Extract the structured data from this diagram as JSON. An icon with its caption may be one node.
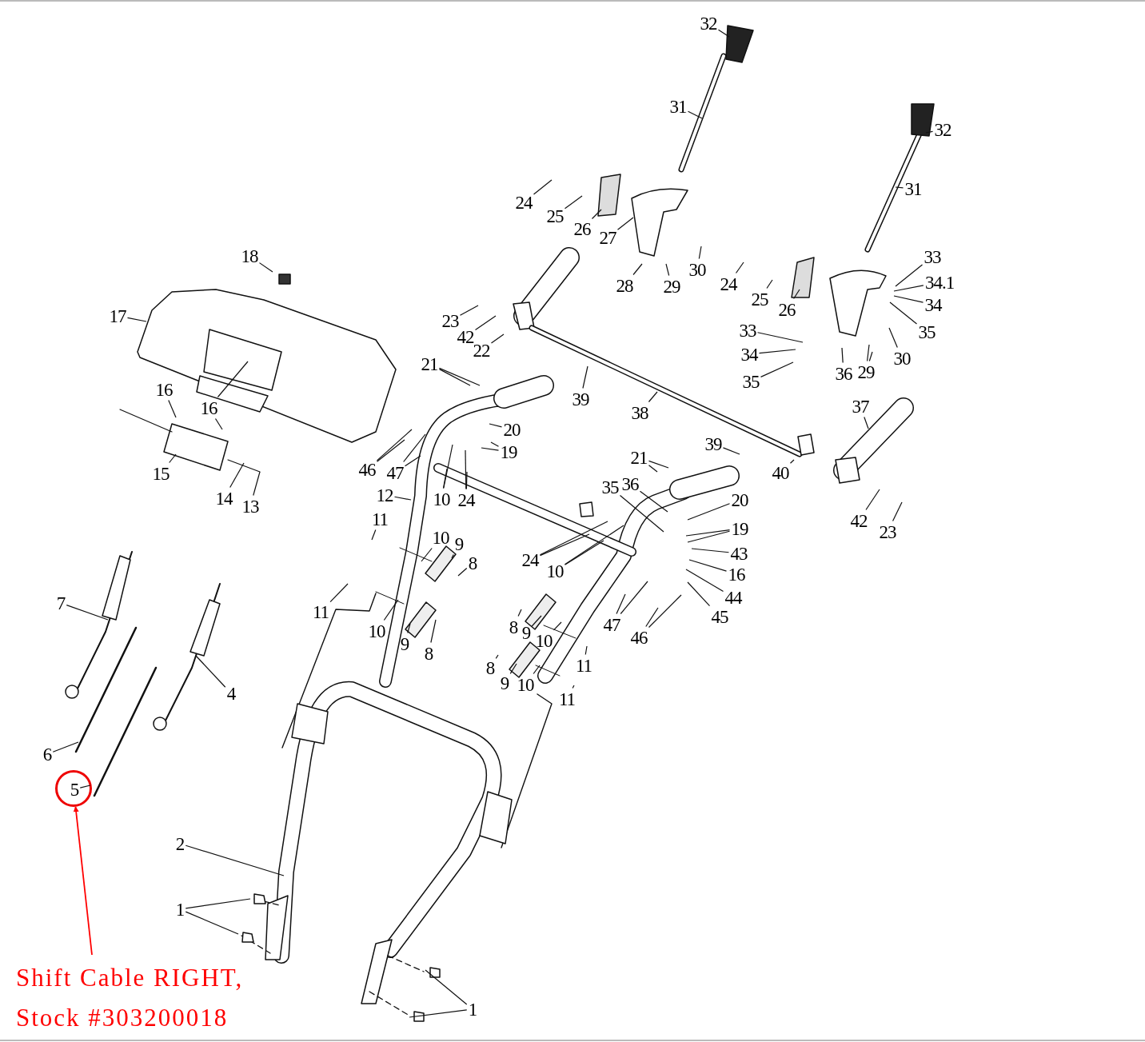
{
  "diagram": {
    "nodes": [
      {
        "text": [
          "32"
        ]
      },
      {
        "text": [
          "31"
        ]
      },
      {
        "text": [
          "32"
        ]
      },
      {
        "text": [
          "31"
        ]
      },
      {
        "text": [
          "24"
        ]
      },
      {
        "text": [
          "25"
        ]
      },
      {
        "text": [
          "26"
        ]
      },
      {
        "text": [
          "27"
        ]
      },
      {
        "text": [
          "28"
        ]
      },
      {
        "text": [
          "29"
        ]
      },
      {
        "text": [
          "30"
        ]
      },
      {
        "text": [
          "18"
        ]
      },
      {
        "text": [
          "17"
        ]
      },
      {
        "text": [
          "24"
        ]
      },
      {
        "text": [
          "25"
        ]
      },
      {
        "text": [
          "26"
        ]
      },
      {
        "text": [
          "33"
        ]
      },
      {
        "text": [
          "34.1"
        ]
      },
      {
        "text": [
          "34"
        ]
      },
      {
        "text": [
          "35"
        ]
      },
      {
        "text": [
          "23"
        ]
      },
      {
        "text": [
          "42"
        ]
      },
      {
        "text": [
          "22"
        ]
      },
      {
        "text": [
          "33"
        ]
      },
      {
        "text": [
          "34"
        ]
      },
      {
        "text": [
          "35"
        ]
      },
      {
        "text": [
          "36"
        ]
      },
      {
        "text": [
          "29"
        ]
      },
      {
        "text": [
          "30"
        ]
      },
      {
        "text": [
          "21"
        ]
      },
      {
        "text": [
          "16"
        ]
      },
      {
        "text": [
          "16"
        ]
      },
      {
        "text": [
          "39"
        ]
      },
      {
        "text": [
          "38"
        ]
      },
      {
        "text": [
          "20"
        ]
      },
      {
        "text": [
          "37"
        ]
      },
      {
        "text": [
          "15"
        ]
      },
      {
        "text": [
          "19"
        ]
      },
      {
        "text": [
          "46"
        ]
      },
      {
        "text": [
          "47"
        ]
      },
      {
        "text": [
          "39"
        ]
      },
      {
        "text": [
          "14"
        ]
      },
      {
        "text": [
          "13"
        ]
      },
      {
        "text": [
          "40"
        ]
      },
      {
        "text": [
          "21"
        ]
      },
      {
        "text": [
          "12"
        ]
      },
      {
        "text": [
          "10"
        ]
      },
      {
        "text": [
          "24"
        ]
      },
      {
        "text": [
          "36"
        ]
      },
      {
        "text": [
          "35"
        ]
      },
      {
        "text": [
          "20"
        ]
      },
      {
        "text": [
          "42"
        ]
      },
      {
        "text": [
          "23"
        ]
      },
      {
        "text": [
          "11"
        ]
      },
      {
        "text": [
          "10"
        ]
      },
      {
        "text": [
          "9"
        ]
      },
      {
        "text": [
          "19"
        ]
      },
      {
        "text": [
          "24"
        ]
      },
      {
        "text": [
          "8"
        ]
      },
      {
        "text": [
          "10"
        ]
      },
      {
        "text": [
          "43"
        ]
      },
      {
        "text": [
          "16"
        ]
      },
      {
        "text": [
          "44"
        ]
      },
      {
        "text": [
          "11"
        ]
      },
      {
        "text": [
          "45"
        ]
      },
      {
        "text": [
          "8"
        ]
      },
      {
        "text": [
          "9"
        ]
      },
      {
        "text": [
          "10"
        ]
      },
      {
        "text": [
          "9"
        ]
      },
      {
        "text": [
          "8"
        ]
      },
      {
        "text": [
          "47"
        ]
      },
      {
        "text": [
          "46"
        ]
      },
      {
        "text": [
          "10"
        ]
      },
      {
        "text": [
          "11"
        ]
      },
      {
        "text": [
          "8"
        ]
      },
      {
        "text": [
          "9"
        ]
      },
      {
        "text": [
          "10"
        ]
      },
      {
        "text": [
          "11"
        ]
      },
      {
        "text": [
          "7"
        ]
      },
      {
        "text": [
          "4"
        ]
      },
      {
        "text": [
          "6"
        ]
      },
      {
        "text": [],
        "shape": "circle"
      },
      {
        "text": [
          "5"
        ],
        "in": 81
      },
      {
        "text": [
          "2"
        ]
      },
      {
        "text": [
          "1"
        ]
      },
      {
        "text": [
          "1"
        ]
      },
      {
        "text": [
          "Shift Cable RIGHT, Stock #303200018"
        ]
      }
    ],
    "edges": [
      {
        "from": 0,
        "to": null,
        "arrow": "none"
      },
      {
        "from": 1,
        "to": null,
        "arrow": "none"
      },
      {
        "from": 2,
        "to": null,
        "arrow": "none"
      },
      {
        "from": 3,
        "to": null,
        "arrow": "none"
      },
      {
        "from": 4,
        "to": null,
        "arrow": "none"
      },
      {
        "from": 5,
        "to": null,
        "arrow": "none"
      },
      {
        "from": 6,
        "to": null,
        "arrow": "none"
      },
      {
        "from": 7,
        "to": null,
        "arrow": "none"
      },
      {
        "from": 8,
        "to": null,
        "arrow": "none"
      },
      {
        "from": 9,
        "to": null,
        "arrow": "none"
      },
      {
        "from": 10,
        "to": null,
        "arrow": "none"
      },
      {
        "from": 11,
        "to": null,
        "arrow": "none"
      },
      {
        "from": 12,
        "to": null,
        "arrow": "none"
      },
      {
        "from": 13,
        "to": null,
        "arrow": "none"
      },
      {
        "from": 14,
        "to": null,
        "arrow": "none"
      },
      {
        "from": 15,
        "to": null,
        "arrow": "none"
      },
      {
        "from": 16,
        "to": null,
        "arrow": "none"
      },
      {
        "from": 17,
        "to": null,
        "arrow": "none"
      },
      {
        "from": 18,
        "to": null,
        "arrow": "none"
      },
      {
        "from": 19,
        "to": null,
        "arrow": "none"
      },
      {
        "from": 20,
        "to": null,
        "arrow": "none"
      },
      {
        "from": 21,
        "to": null,
        "arrow": "none"
      },
      {
        "from": 22,
        "to": null,
        "arrow": "none"
      },
      {
        "from": 23,
        "to": null,
        "arrow": "none"
      },
      {
        "from": 24,
        "to": null,
        "arrow": "none"
      },
      {
        "from": 25,
        "to": null,
        "arrow": "none"
      },
      {
        "from": 26,
        "to": null,
        "arrow": "none"
      },
      {
        "from": 27,
        "to": null,
        "arrow": "none"
      },
      {
        "from": 27,
        "to": null,
        "arrow": "none"
      },
      {
        "from": 28,
        "to": null,
        "arrow": "none"
      },
      {
        "from": 29,
        "to": null,
        "arrow": "none"
      },
      {
        "from": 29,
        "to": null,
        "arrow": "none"
      },
      {
        "from": 30,
        "to": null,
        "arrow": "none"
      },
      {
        "from": 31,
        "to": null,
        "arrow": "none"
      },
      {
        "from": 31,
        "to": null,
        "arrow": "none"
      },
      {
        "from": 32,
        "to": null,
        "arrow": "none"
      },
      {
        "from": 33,
        "to": null,
        "arrow": "none"
      },
      {
        "from": 34,
        "to": null,
        "arrow": "none"
      },
      {
        "from": 35,
        "to": null,
        "arrow": "none"
      },
      {
        "from": 36,
        "to": null,
        "arrow": "none"
      },
      {
        "from": 37,
        "to": null,
        "arrow": "none"
      },
      {
        "from": 37,
        "to": null,
        "arrow": "none"
      },
      {
        "from": 38,
        "to": null,
        "arrow": "none"
      },
      {
        "from": 38,
        "to": null,
        "arrow": "none"
      },
      {
        "from": 39,
        "to": null,
        "arrow": "none"
      },
      {
        "from": 39,
        "to": null,
        "arrow": "none"
      },
      {
        "from": 40,
        "to": null,
        "arrow": "none"
      },
      {
        "from": 41,
        "to": null,
        "arrow": "none"
      },
      {
        "from": 42,
        "to": null,
        "arrow": "none"
      },
      {
        "from": 43,
        "to": null,
        "arrow": "none"
      },
      {
        "from": 44,
        "to": null,
        "arrow": "none"
      },
      {
        "from": 44,
        "to": null,
        "arrow": "none"
      },
      {
        "from": 45,
        "to": null,
        "arrow": "none"
      },
      {
        "from": 46,
        "to": null,
        "arrow": "none"
      },
      {
        "from": 46,
        "to": null,
        "arrow": "none"
      },
      {
        "from": 47,
        "to": null,
        "arrow": "none"
      },
      {
        "from": 47,
        "to": null,
        "arrow": "none"
      },
      {
        "from": 48,
        "to": null,
        "arrow": "none"
      },
      {
        "from": 49,
        "to": null,
        "arrow": "none"
      },
      {
        "from": 50,
        "to": null,
        "arrow": "none"
      },
      {
        "from": 51,
        "to": null,
        "arrow": "none"
      },
      {
        "from": 52,
        "to": null,
        "arrow": "none"
      },
      {
        "from": 53,
        "to": null,
        "arrow": "none"
      },
      {
        "from": 54,
        "to": null,
        "arrow": "none"
      },
      {
        "from": 55,
        "to": null,
        "arrow": "none"
      },
      {
        "from": 56,
        "to": null,
        "arrow": "none"
      },
      {
        "from": 56,
        "to": null,
        "arrow": "none"
      },
      {
        "from": 57,
        "to": null,
        "arrow": "none"
      },
      {
        "from": 57,
        "to": null,
        "arrow": "none"
      },
      {
        "from": 58,
        "to": null,
        "arrow": "none"
      },
      {
        "from": 59,
        "to": null,
        "arrow": "none"
      },
      {
        "from": 59,
        "to": null,
        "arrow": "none"
      },
      {
        "from": 60,
        "to": null,
        "arrow": "none"
      },
      {
        "from": 61,
        "to": null,
        "arrow": "none"
      },
      {
        "from": 62,
        "to": null,
        "arrow": "none"
      },
      {
        "from": 63,
        "to": null,
        "arrow": "none"
      },
      {
        "from": 64,
        "to": null,
        "arrow": "none"
      },
      {
        "from": 65,
        "to": null,
        "arrow": "none"
      },
      {
        "from": 66,
        "to": null,
        "arrow": "none"
      },
      {
        "from": 67,
        "to": null,
        "arrow": "none"
      },
      {
        "from": 68,
        "to": null,
        "arrow": "none"
      },
      {
        "from": 69,
        "to": null,
        "arrow": "none"
      },
      {
        "from": 70,
        "to": null,
        "arrow": "none"
      },
      {
        "from": 70,
        "to": null,
        "arrow": "none"
      },
      {
        "from": 71,
        "to": null,
        "arrow": "none"
      },
      {
        "from": 71,
        "to": null,
        "arrow": "none"
      },
      {
        "from": 72,
        "to": null,
        "arrow": "none"
      },
      {
        "from": 73,
        "to": null,
        "arrow": "none"
      },
      {
        "from": 74,
        "to": null,
        "arrow": "none"
      },
      {
        "from": 75,
        "to": null,
        "arrow": "none"
      },
      {
        "from": 76,
        "to": null,
        "arrow": "none"
      },
      {
        "from": 77,
        "to": null,
        "arrow": "none"
      },
      {
        "from": 78,
        "to": null,
        "arrow": "none"
      },
      {
        "from": 79,
        "to": null,
        "arrow": "none"
      },
      {
        "from": 80,
        "to": null,
        "arrow": "none"
      },
      {
        "from": 82,
        "to": null,
        "arrow": "none"
      },
      {
        "from": 83,
        "to": null,
        "arrow": "none"
      },
      {
        "from": 84,
        "to": null,
        "arrow": "none"
      },
      {
        "from": 84,
        "to": null,
        "arrow": "none"
      },
      {
        "from": 85,
        "to": null,
        "arrow": "none"
      },
      {
        "from": 85,
        "to": null,
        "arrow": "none"
      },
      {
        "from": 86,
        "to": 81,
        "arrow": "to",
        "color": "#ff0000"
      }
    ]
  }
}
